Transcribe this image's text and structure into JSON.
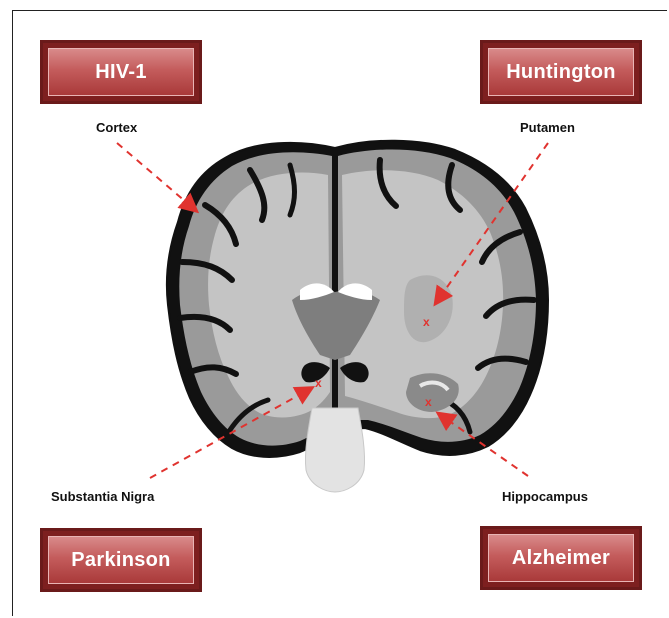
{
  "diseases": {
    "hiv": "HIV-1",
    "huntington": "Huntington",
    "parkinson": "Parkinson",
    "alzheimer": "Alzheimer"
  },
  "regions": {
    "cortex": "Cortex",
    "putamen": "Putamen",
    "substantia_nigra": "Substantia Nigra",
    "hippocampus": "Hippocampus"
  },
  "markers": {
    "symbol": "x"
  },
  "colors": {
    "badge_fill": "#c45c5c",
    "badge_border": "#6a1a1a",
    "arrow": "#e0332f",
    "white_matter": "#bdbdbd",
    "gray_matter": "#9a9a9a",
    "outline": "#111111"
  }
}
